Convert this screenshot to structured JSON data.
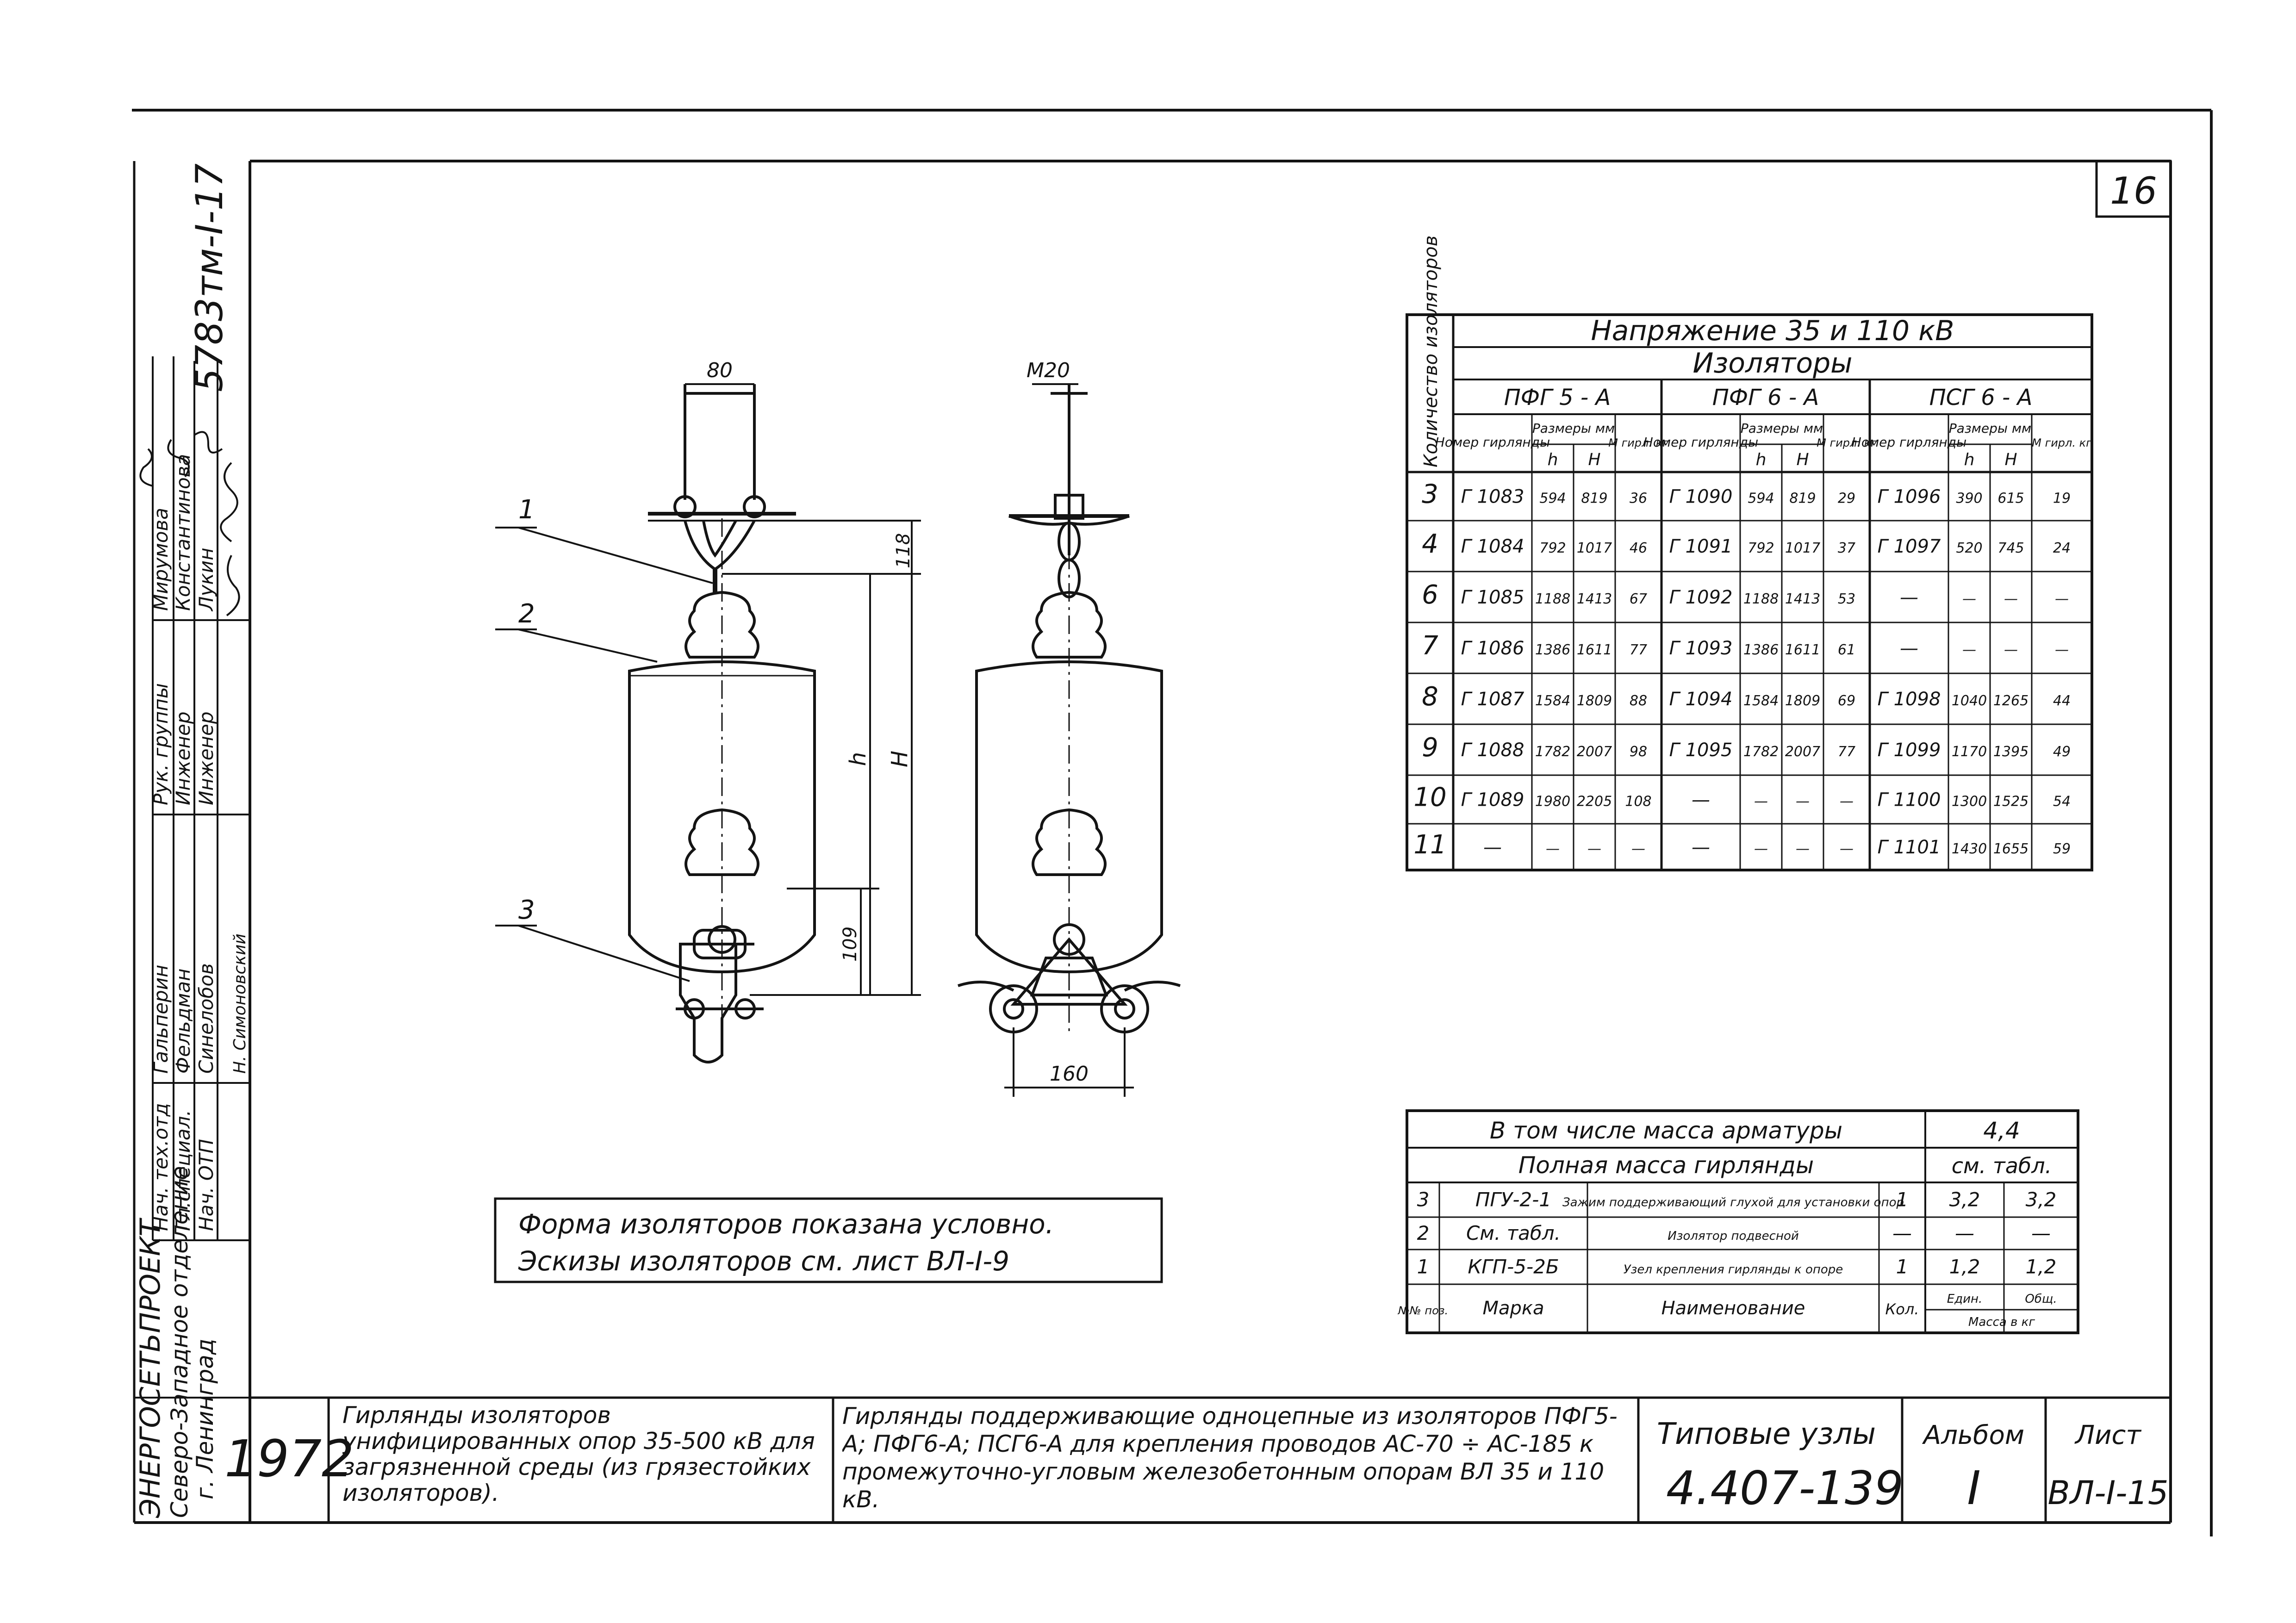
{
  "sheet_number": "16",
  "side_stamp": {
    "vertical_number": "5783тм-I-17",
    "roles": [
      "Нач. ОТП",
      "Гл.специал.",
      "Нач. тех.отд"
    ],
    "names": [
      "Синелобов",
      "Фельдман",
      "Гальперин"
    ],
    "roles2": [
      "Инженер",
      "Инженер",
      "Рук. группы"
    ],
    "names2": [
      "Лукин",
      "Константинова",
      "Мирумова"
    ],
    "signature_initial": "Н. Симоновский",
    "org_lines": [
      "ЭНЕРГОСЕТЬПРОЕКТ",
      "Северо-Западное отделение",
      "г. Ленинград"
    ]
  },
  "title_block": {
    "year": "1972",
    "album_title": "Гирлянды изоляторов унифицированных опор 35-500 кВ для загрязненной среды (из грязестойких изоляторов).",
    "drawing_title": "Гирлянды поддерживающие одноцепные из изоляторов ПФГ5-А; ПФГ6-А; ПСГ6-А для крепления проводов АС-70 ÷ АС-185 к промежуточно-угловым железобетонным опорам ВЛ 35 и 110 кВ.",
    "series_label": "Типовые узлы",
    "series_number": "4.407-139",
    "album_label": "Альбом",
    "album_value": "I",
    "sheet_label": "Лист",
    "sheet_value": "ВЛ-I-15"
  },
  "drawing_labels": {
    "dim_80": "80",
    "dim_m20": "М20",
    "dim_118": "118",
    "dim_h": "h",
    "dim_H": "H",
    "dim_109": "109",
    "dim_160": "160",
    "pos_1": "1",
    "pos_2": "2",
    "pos_3": "3"
  },
  "note": {
    "line1": "Форма изоляторов показана условно.",
    "line2": "Эскизы изоляторов см. лист ВЛ-I-9"
  },
  "main_table": {
    "vertical_header": "Количество изоляторов",
    "title": "Напряжение 35 и 110 кВ",
    "subtitle": "Изоляторы",
    "groups": [
      "ПФГ 5 - А",
      "ПФГ 6 - А",
      "ПСГ 6 - А"
    ],
    "col_number": "Номер гирлянды",
    "col_sizes": "Размеры мм",
    "col_h": "h",
    "col_H": "H",
    "col_mass": "М гирл. кг",
    "rows": [
      [
        "3",
        "Г 1083",
        "594",
        "819",
        "36",
        "Г 1090",
        "594",
        "819",
        "29",
        "Г 1096",
        "390",
        "615",
        "19"
      ],
      [
        "4",
        "Г 1084",
        "792",
        "1017",
        "46",
        "Г 1091",
        "792",
        "1017",
        "37",
        "Г 1097",
        "520",
        "745",
        "24"
      ],
      [
        "6",
        "Г 1085",
        "1188",
        "1413",
        "67",
        "Г 1092",
        "1188",
        "1413",
        "53",
        "—",
        "—",
        "—",
        "—"
      ],
      [
        "7",
        "Г 1086",
        "1386",
        "1611",
        "77",
        "Г 1093",
        "1386",
        "1611",
        "61",
        "—",
        "—",
        "—",
        "—"
      ],
      [
        "8",
        "Г 1087",
        "1584",
        "1809",
        "88",
        "Г 1094",
        "1584",
        "1809",
        "69",
        "Г 1098",
        "1040",
        "1265",
        "44"
      ],
      [
        "9",
        "Г 1088",
        "1782",
        "2007",
        "98",
        "Г 1095",
        "1782",
        "2007",
        "77",
        "Г 1099",
        "1170",
        "1395",
        "49"
      ],
      [
        "10",
        "Г 1089",
        "1980",
        "2205",
        "108",
        "—",
        "—",
        "—",
        "—",
        "Г 1100",
        "1300",
        "1525",
        "54"
      ],
      [
        "11",
        "—",
        "—",
        "—",
        "—",
        "—",
        "—",
        "—",
        "—",
        "Г 1101",
        "1430",
        "1655",
        "59"
      ]
    ]
  },
  "spec_table": {
    "fitting_mass_label": "В том числе масса арматуры",
    "fitting_mass_value": "4,4",
    "total_mass_label": "Полная масса гирлянды",
    "total_mass_value": "см. табл.",
    "rows": [
      [
        "3",
        "ПГУ-2-1",
        "Зажим поддерживающий глухой для установки опор",
        "1",
        "3,2",
        "3,2"
      ],
      [
        "2",
        "См. табл.",
        "Изолятор подвесной",
        "—",
        "—",
        "—"
      ],
      [
        "1",
        "КГП-5-2Б",
        "Узел крепления гирлянды к опоре",
        "1",
        "1,2",
        "1,2"
      ]
    ],
    "headers": {
      "pos": "№№ поз.",
      "mark": "Марка",
      "name": "Наименование",
      "qty": "Кол.",
      "unit_mass": "Един.",
      "total_mass": "Общ.",
      "mass_in_kg": "Масса в кг"
    }
  }
}
